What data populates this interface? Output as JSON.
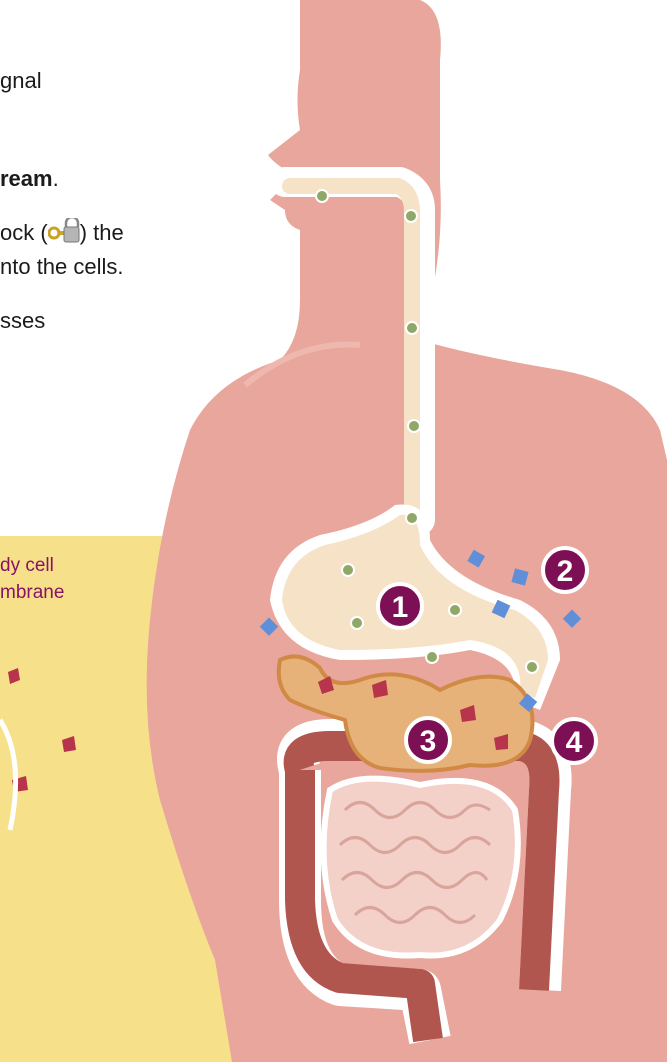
{
  "text_fragments": {
    "line1": "gnal",
    "line2": "ream",
    "line2_punct": ".",
    "line3_start": "ock (",
    "line3_end": ") the",
    "line4": "nto the cells.",
    "line5": "sses"
  },
  "cell_labels": {
    "line1": "dy cell",
    "line2": "mbrane"
  },
  "steps": [
    {
      "number": "1"
    },
    {
      "number": "2"
    },
    {
      "number": "3"
    },
    {
      "number": "4"
    }
  ],
  "colors": {
    "body_skin": "#e8a69c",
    "cell_yellow": "#f7e08a",
    "tract_cream": "#f6e2c6",
    "colon": "#b0564f",
    "pancreas": "#e6b27a",
    "badge": "#7d1055",
    "food_particle": "#8fa868",
    "glucose": "#5f8fd9",
    "insulin": "#b8334c"
  },
  "icons": [
    "key-lock-icon"
  ]
}
